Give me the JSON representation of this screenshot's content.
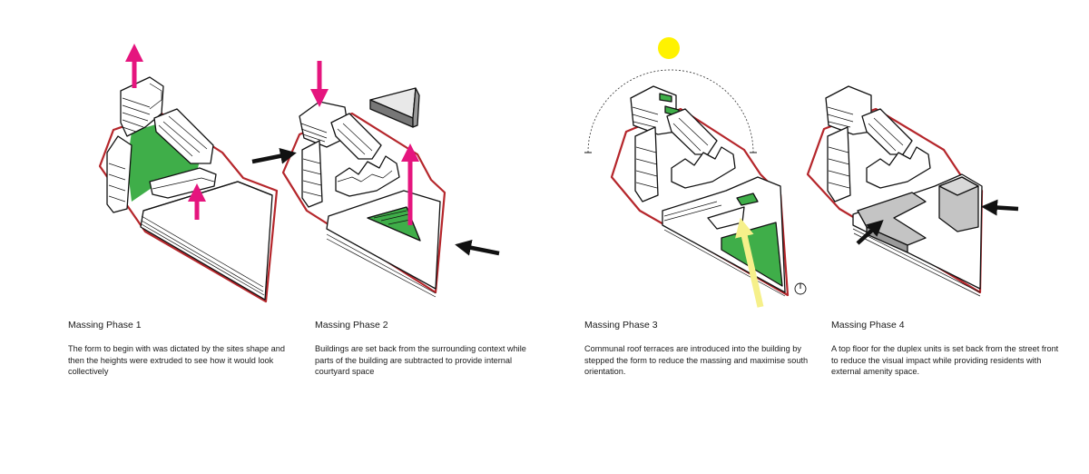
{
  "phases": [
    {
      "title": "Massing Phase 1",
      "description": "The form to begin with was dictated by the sites shape and then the heights were extruded to see how it would look collectively"
    },
    {
      "title": "Massing Phase 2",
      "description": "Buildings are set back from the surrounding context while parts of the building are subtracted to provide internal courtyard space"
    },
    {
      "title": "Massing Phase 3",
      "description": "Communal roof terraces are introduced into the building by stepped the form to reduce the massing and maximise south orientation."
    },
    {
      "title": "Massing Phase 4",
      "description": "A top floor for the duplex units is set back from the street front to reduce the visual impact while providing residents with external amenity space."
    }
  ],
  "colors": {
    "site_boundary": "#b5262b",
    "green_space": "#3fae49",
    "extrude_arrow": "#e5157e",
    "setback_arrow": "#111111",
    "sun": "#fff200",
    "sun_ray": "#f6f08a",
    "setback_floor": "#c4c4c4"
  },
  "icons": {
    "sun": "sun-icon",
    "north": "north-arrow-icon"
  }
}
